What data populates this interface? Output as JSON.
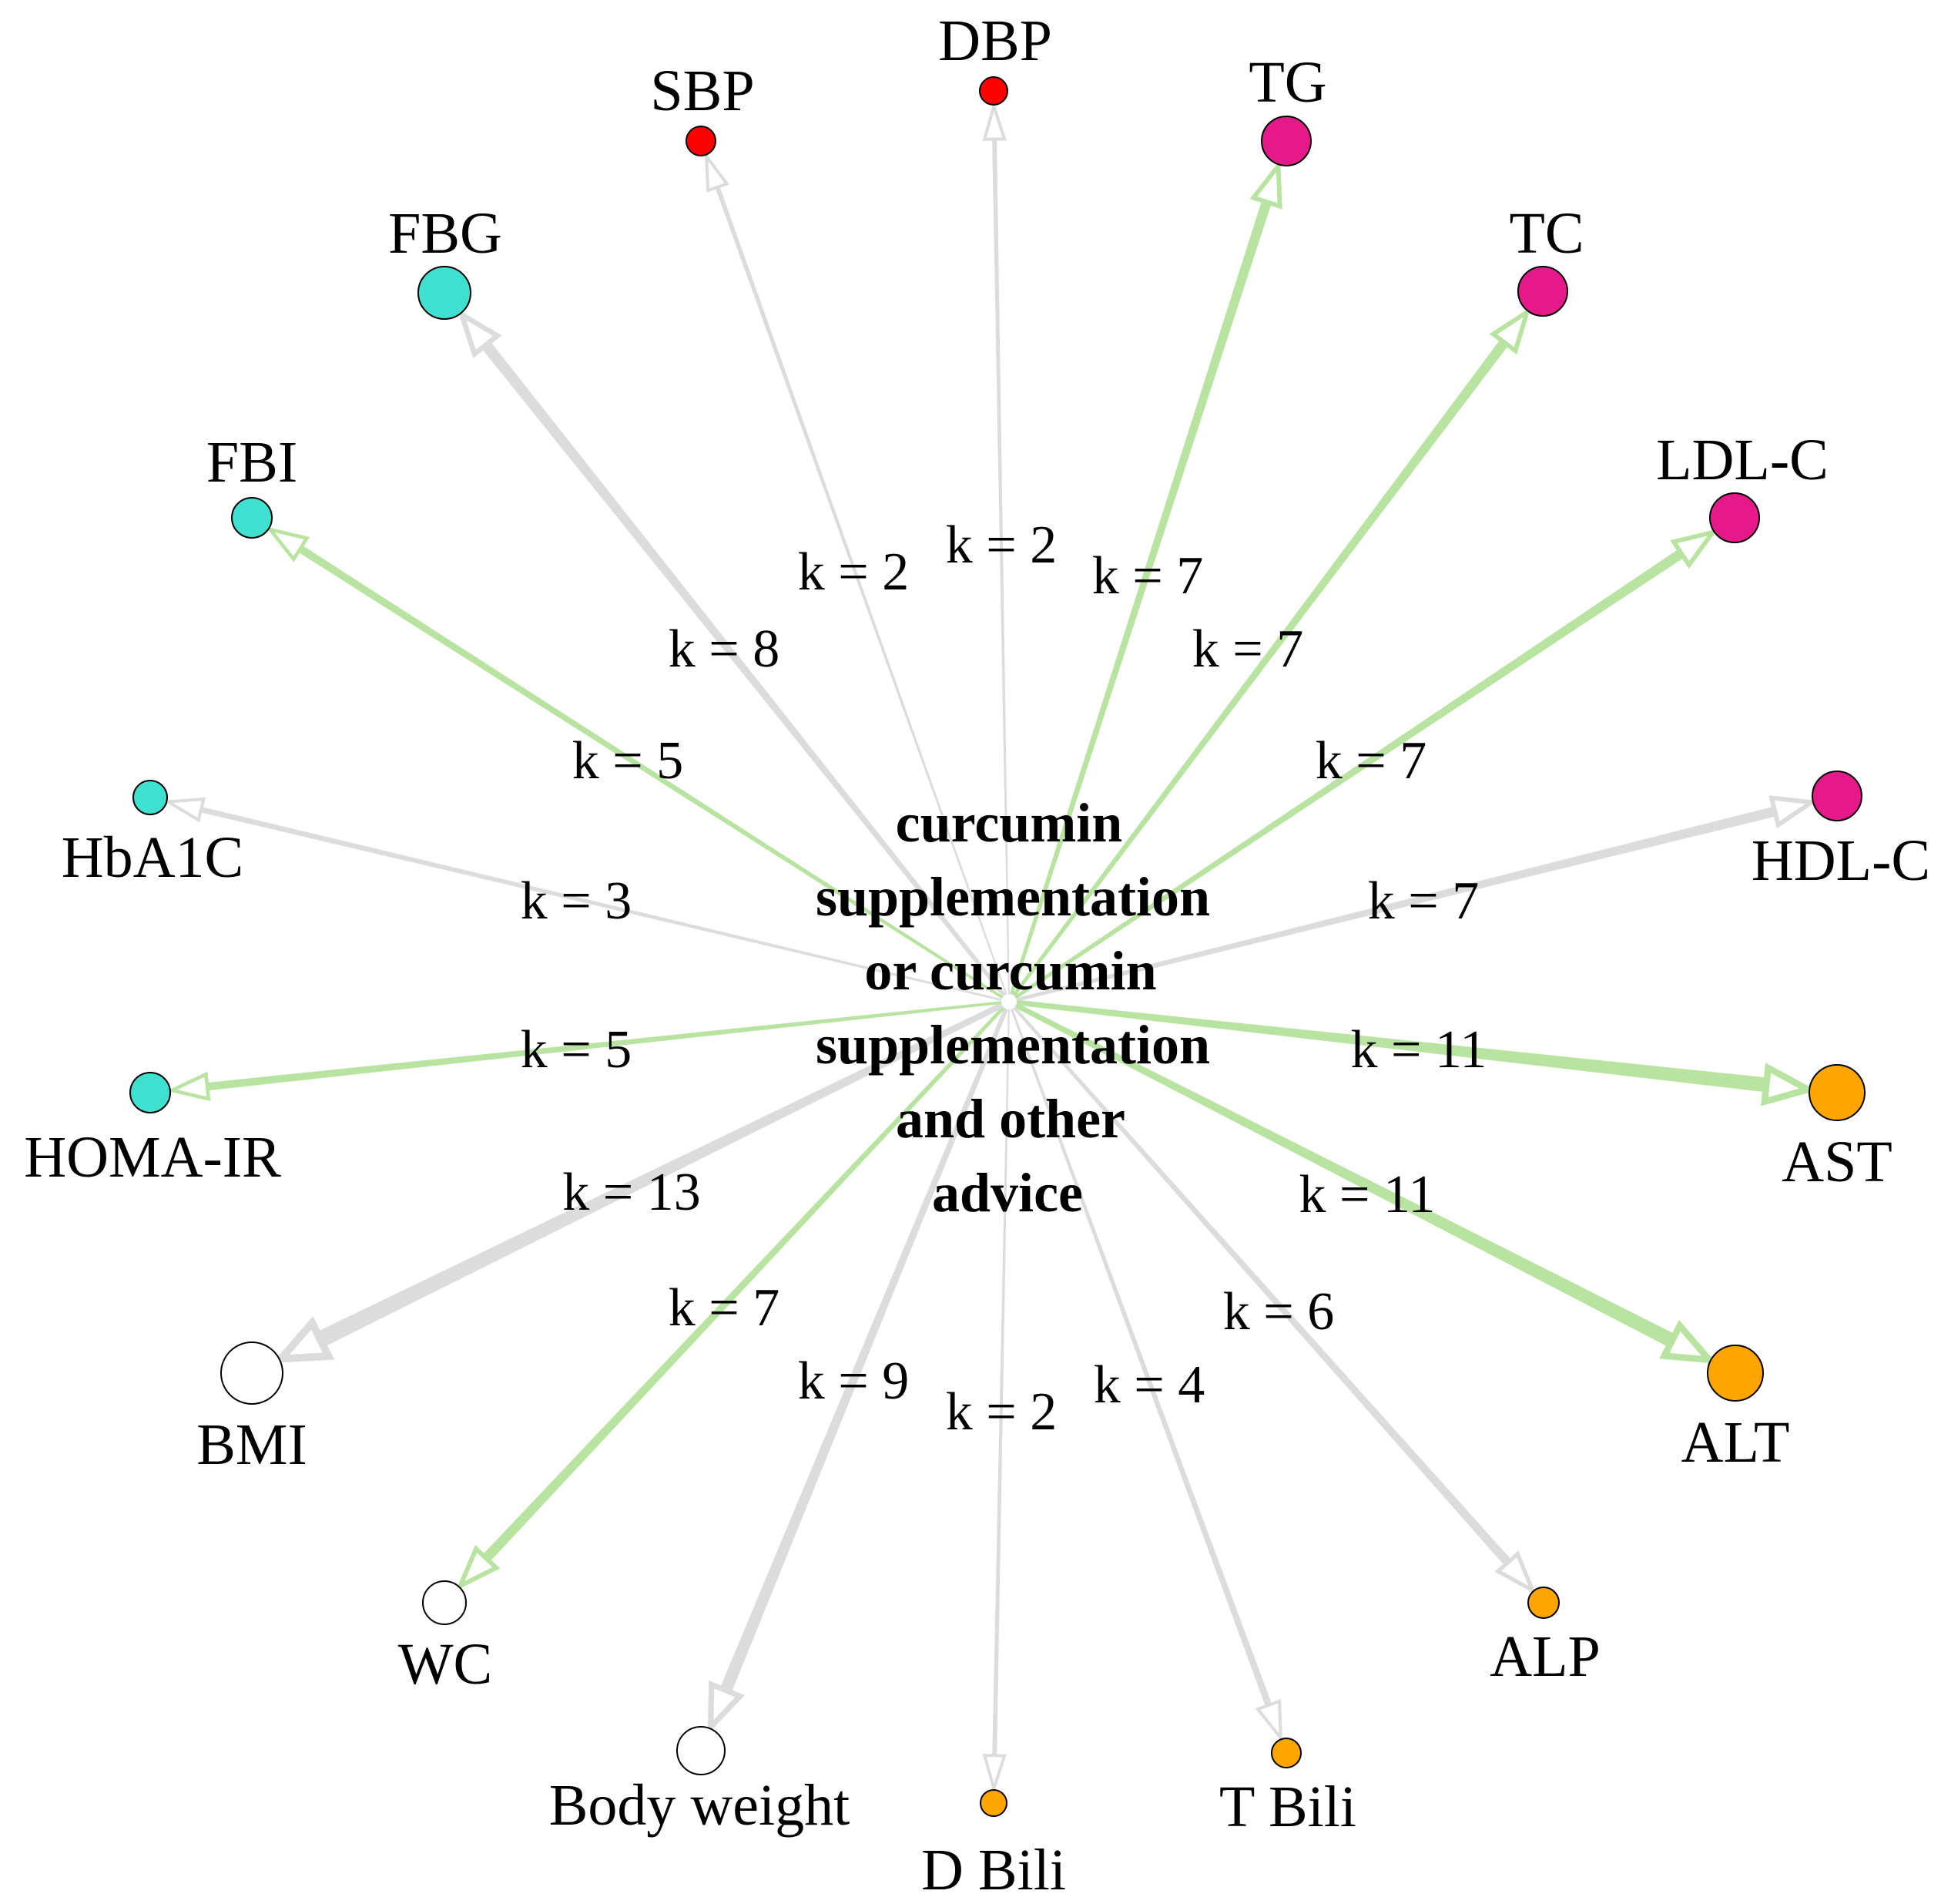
{
  "center": {
    "label_lines": [
      "curcumin",
      "supplementation",
      "or curcumin",
      "supplementation",
      "and other",
      "advice"
    ]
  },
  "colors": {
    "edge_significant": "#b9e3a0",
    "edge_nonsignificant": "#dcdcdc",
    "node_blood_pressure": "#ff0000",
    "node_lipids": "#e6198a",
    "node_glycemic": "#40e0d0",
    "node_anthropometric": "#ffffff",
    "node_liver": "#ffa500"
  },
  "nodes": [
    {
      "id": "DBP",
      "label": "DBP",
      "group": "blood_pressure",
      "k": 2,
      "edge": "nonsignificant"
    },
    {
      "id": "TG",
      "label": "TG",
      "group": "lipids",
      "k": 7,
      "edge": "significant"
    },
    {
      "id": "TC",
      "label": "TC",
      "group": "lipids",
      "k": 7,
      "edge": "significant"
    },
    {
      "id": "LDL-C",
      "label": "LDL-C",
      "group": "lipids",
      "k": 7,
      "edge": "significant"
    },
    {
      "id": "HDL-C",
      "label": "HDL-C",
      "group": "lipids",
      "k": 7,
      "edge": "nonsignificant"
    },
    {
      "id": "AST",
      "label": "AST",
      "group": "liver",
      "k": 11,
      "edge": "significant"
    },
    {
      "id": "ALT",
      "label": "ALT",
      "group": "liver",
      "k": 11,
      "edge": "significant"
    },
    {
      "id": "ALP",
      "label": "ALP",
      "group": "liver",
      "k": 6,
      "edge": "nonsignificant"
    },
    {
      "id": "T Bili",
      "label": "T Bili",
      "group": "liver",
      "k": 4,
      "edge": "nonsignificant"
    },
    {
      "id": "D Bili",
      "label": "D Bili",
      "group": "liver",
      "k": 2,
      "edge": "nonsignificant"
    },
    {
      "id": "Body weight",
      "label": "Body weight",
      "group": "anthropometric",
      "k": 9,
      "edge": "nonsignificant"
    },
    {
      "id": "WC",
      "label": "WC",
      "group": "anthropometric",
      "k": 7,
      "edge": "significant"
    },
    {
      "id": "BMI",
      "label": "BMI",
      "group": "anthropometric",
      "k": 13,
      "edge": "nonsignificant"
    },
    {
      "id": "HOMA-IR",
      "label": "HOMA-IR",
      "group": "glycemic",
      "k": 5,
      "edge": "significant"
    },
    {
      "id": "HbA1C",
      "label": "HbA1C",
      "group": "glycemic",
      "k": 3,
      "edge": "nonsignificant"
    },
    {
      "id": "FBI",
      "label": "FBI",
      "group": "glycemic",
      "k": 5,
      "edge": "significant"
    },
    {
      "id": "FBG",
      "label": "FBG",
      "group": "glycemic",
      "k": 8,
      "edge": "nonsignificant"
    },
    {
      "id": "SBP",
      "label": "SBP",
      "group": "blood_pressure",
      "k": 2,
      "edge": "nonsignificant"
    }
  ],
  "edge_labels": {
    "DBP": "k = 2",
    "TG": "k = 7",
    "TC": "k = 7",
    "LDL-C": "k = 7",
    "HDL-C": "k = 7",
    "AST": "k = 11",
    "ALT": "k = 11",
    "ALP": "k = 6",
    "T Bili": "k = 4",
    "D Bili": "k = 2",
    "Body weight": "k = 9",
    "WC": "k = 7",
    "BMI": "k = 13",
    "HOMA-IR": "k = 5",
    "HbA1C": "k = 3",
    "FBI": "k = 5",
    "FBG": "k = 8",
    "SBP": "k = 2"
  }
}
